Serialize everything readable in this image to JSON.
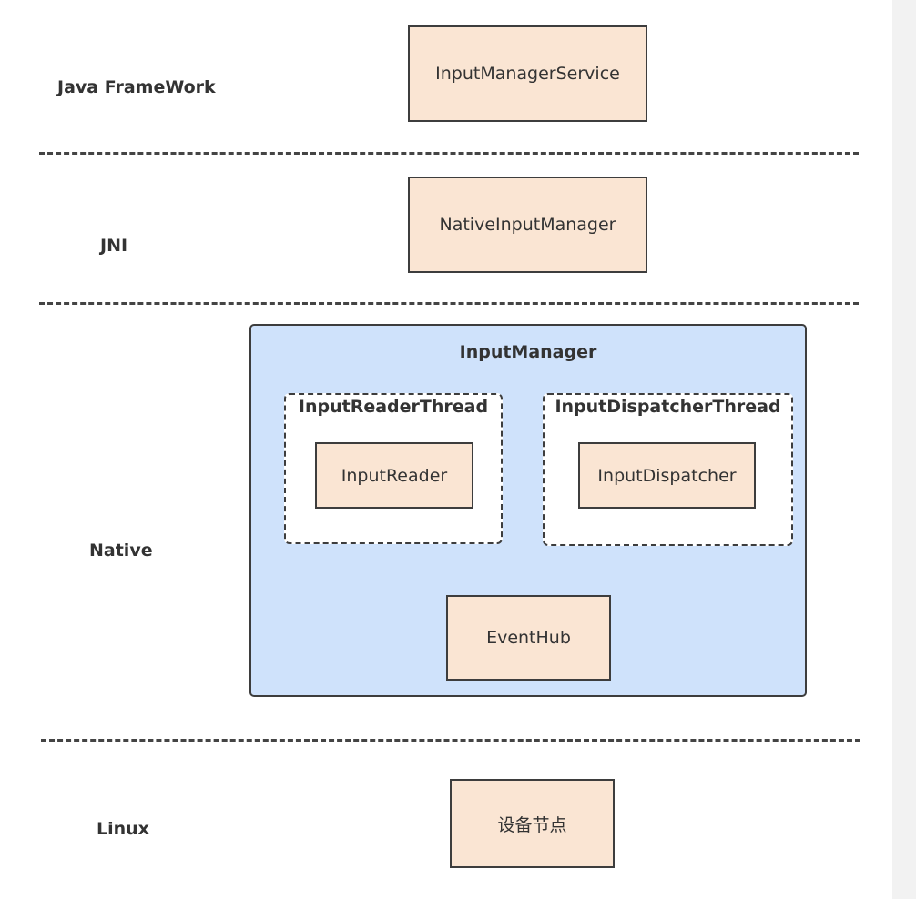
{
  "layers": {
    "java": "Java FrameWork",
    "jni": "JNI",
    "native": "Native",
    "linux": "Linux"
  },
  "components": {
    "input_manager_service": "InputManagerService",
    "native_input_manager": "NativeInputManager",
    "input_manager": "InputManager",
    "input_reader_thread": "InputReaderThread",
    "input_reader": "InputReader",
    "input_dispatcher_thread": "InputDispatcherThread",
    "input_dispatcher": "InputDispatcher",
    "event_hub": "EventHub",
    "device_node": "设备节点"
  },
  "colors": {
    "component_fill": "#fae5d3",
    "group_fill": "#cfe2fb",
    "border": "#3d3d3d"
  }
}
